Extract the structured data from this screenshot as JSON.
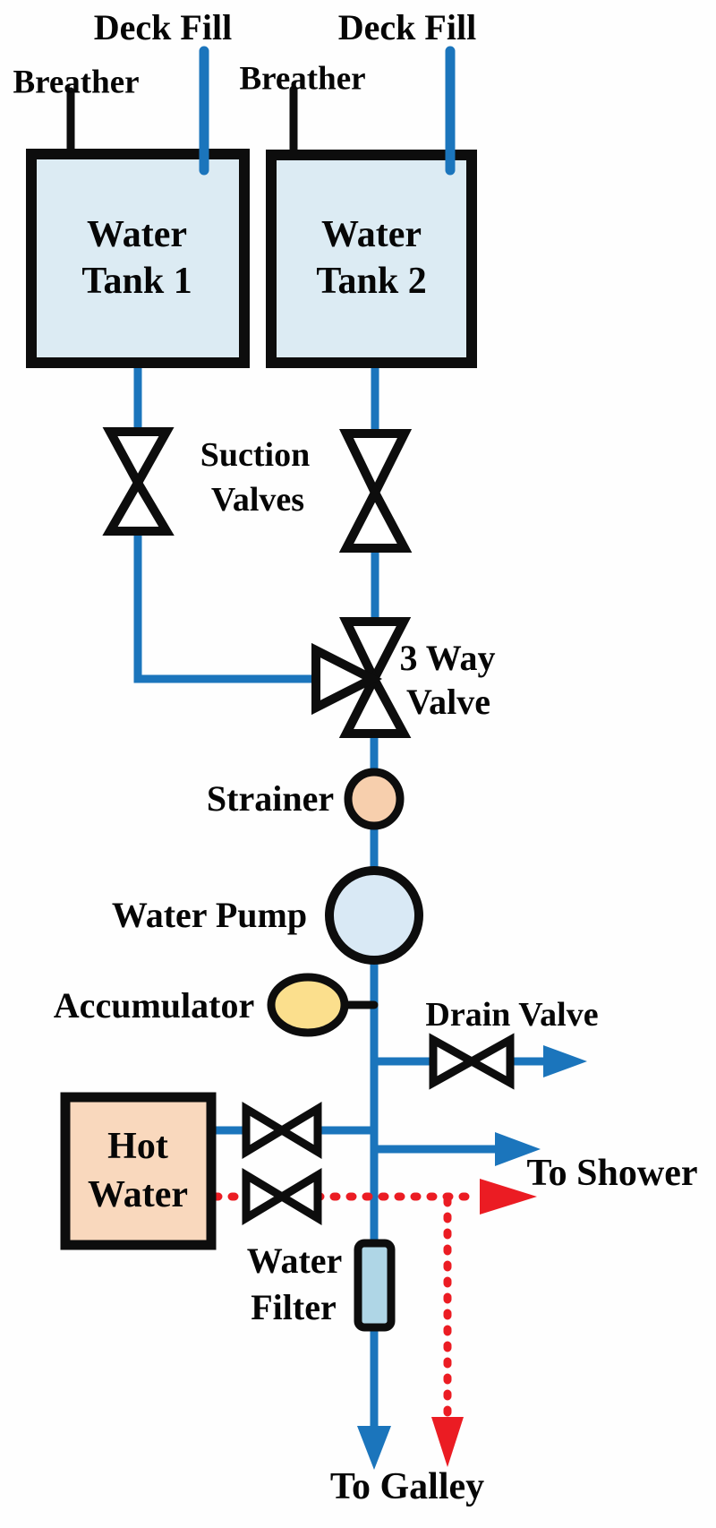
{
  "diagram": {
    "title_context": "Marine fresh water system schematic",
    "colors": {
      "cold_water": "#1b75bc",
      "hot_water": "#eb1c23",
      "black_line": "#0d0d0d",
      "tank_fill": "#dcebf3",
      "pump_fill": "#d9e9f5",
      "strainer_fill": "#f7cfad",
      "accumulator_fill": "#fbdf8d",
      "hot_tank_fill": "#f9d8bd",
      "filter_fill": "#afd6e6"
    },
    "tanks": {
      "deck_fill_labels": [
        "Deck Fill",
        "Deck Fill"
      ],
      "breather_labels": [
        "Breather",
        "Breather"
      ],
      "tank1": {
        "line1": "Water",
        "line2": "Tank 1"
      },
      "tank2": {
        "line1": "Water",
        "line2": "Tank 2"
      }
    },
    "valves": {
      "suction": {
        "line1": "Suction",
        "line2": "Valves"
      },
      "three_way": {
        "line1": "3 Way",
        "line2": "Valve"
      },
      "drain": "Drain Valve"
    },
    "equipment": {
      "strainer": "Strainer",
      "water_pump": "Water Pump",
      "accumulator": "Accumulator",
      "hot_water": {
        "line1": "Hot",
        "line2": "Water"
      },
      "water_filter": {
        "line1": "Water",
        "line2": "Filter"
      }
    },
    "outlets": {
      "to_shower": "To Shower",
      "to_galley": "To Galley"
    }
  }
}
